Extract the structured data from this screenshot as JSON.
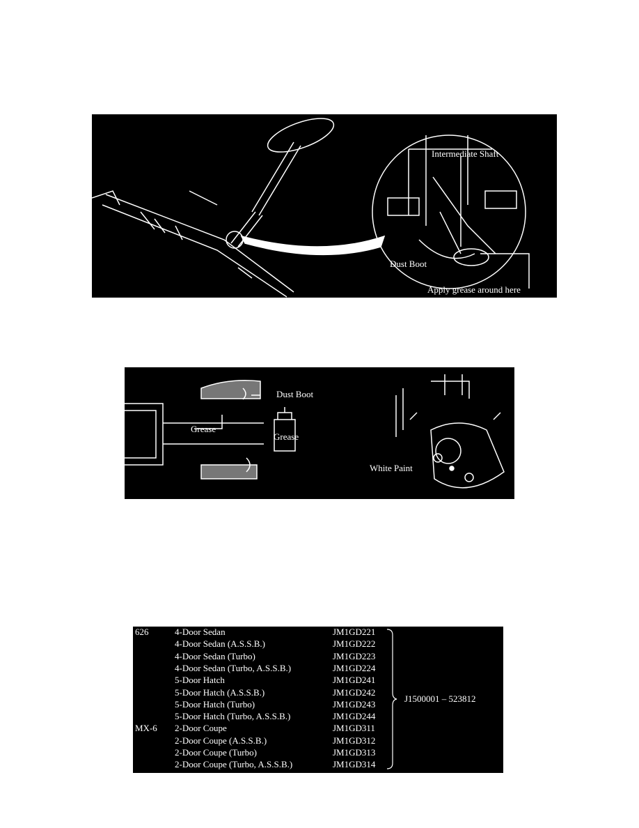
{
  "figure1": {
    "labels": {
      "intermediate_shaft": "Intermediate Shaft",
      "dust_boot": "Dust Boot",
      "apply_grease": "Apply grease around here"
    }
  },
  "figure2": {
    "labels": {
      "dust_boot": "Dust Boot",
      "grease_left": "Grease",
      "grease_can": "Grease",
      "white_paint": "White Paint"
    }
  },
  "vin_table": {
    "rows": [
      {
        "model": "626",
        "body": "4-Door Sedan",
        "vin": "JM1GD221"
      },
      {
        "model": "",
        "body": "4-Door Sedan (A.S.S.B.)",
        "vin": "JM1GD222"
      },
      {
        "model": "",
        "body": "4-Door Sedan (Turbo)",
        "vin": "JM1GD223"
      },
      {
        "model": "",
        "body": "4-Door Sedan (Turbo, A.S.S.B.)",
        "vin": "JM1GD224"
      },
      {
        "model": "",
        "body": "5-Door Hatch",
        "vin": "JM1GD241"
      },
      {
        "model": "",
        "body": "5-Door Hatch (A.S.S.B.)",
        "vin": "JM1GD242"
      },
      {
        "model": "",
        "body": "5-Door Hatch (Turbo)",
        "vin": "JM1GD243"
      },
      {
        "model": "",
        "body": "5-Door Hatch (Turbo, A.S.S.B.)",
        "vin": "JM1GD244"
      },
      {
        "model": "MX-6",
        "body": "2-Door Coupe",
        "vin": "JM1GD311"
      },
      {
        "model": "",
        "body": "2-Door Coupe (A.S.S.B.)",
        "vin": "JM1GD312"
      },
      {
        "model": "",
        "body": "2-Door Coupe (Turbo)",
        "vin": "JM1GD313"
      },
      {
        "model": "",
        "body": "2-Door Coupe (Turbo, A.S.S.B.)",
        "vin": "JM1GD314"
      }
    ],
    "serial_range": "J1500001 – 523812"
  }
}
